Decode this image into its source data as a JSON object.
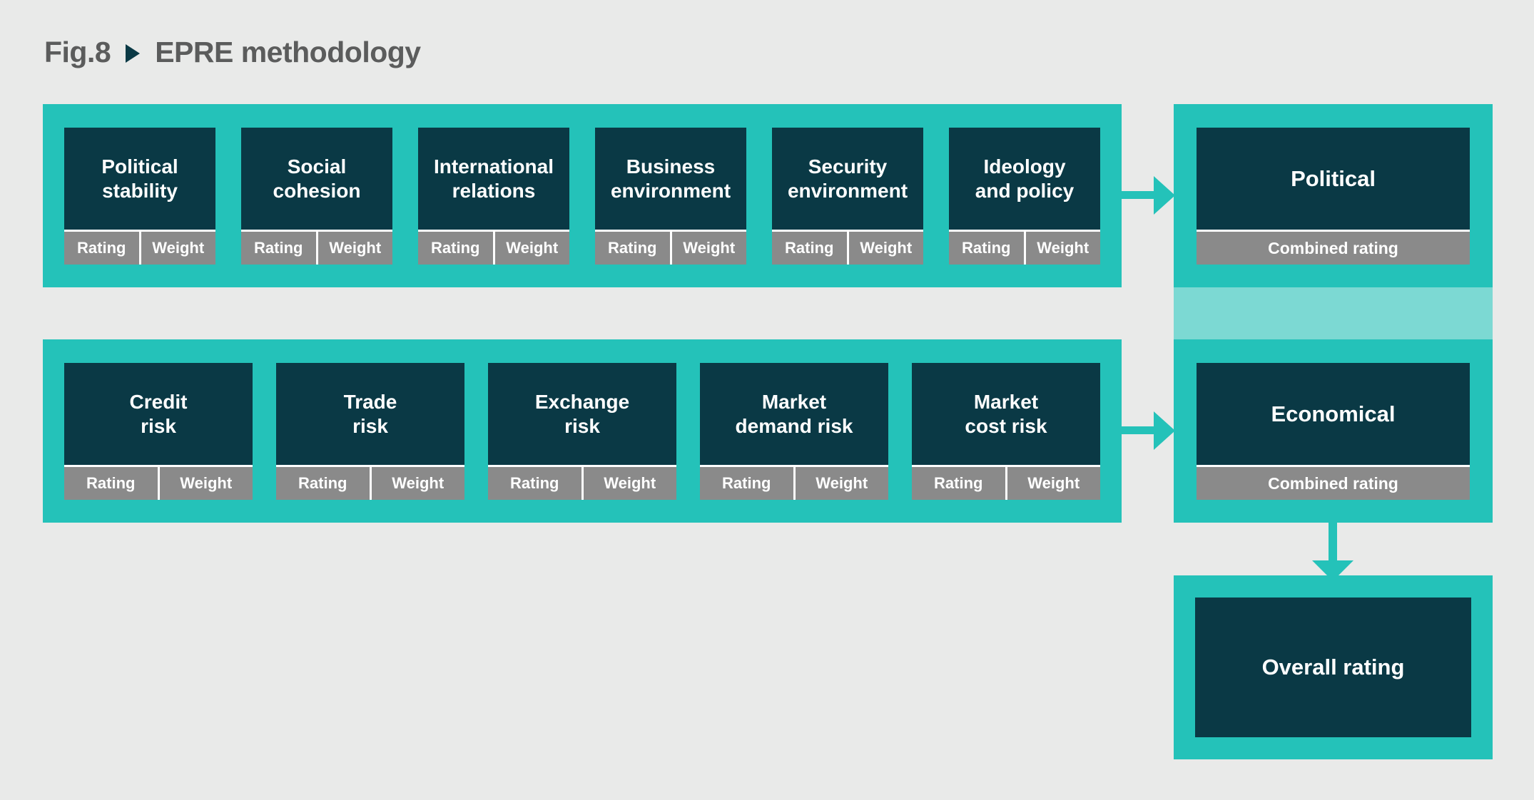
{
  "figure": {
    "label": "Fig.8",
    "separator_icon": "triangle-right-icon",
    "title": "EPRE methodology"
  },
  "colors": {
    "background": "#E9EAE9",
    "teal": "#24C2B9",
    "light_teal": "#7CD9D3",
    "dark_navy": "#0A3945",
    "gray": "#8A8A8A",
    "title_gray": "#5B5C5C",
    "white": "#FFFFFF"
  },
  "political_group": {
    "factors": [
      {
        "label_lines": [
          "Political",
          "stability"
        ],
        "rating_label": "Rating",
        "weight_label": "Weight"
      },
      {
        "label_lines": [
          "Social",
          "cohesion"
        ],
        "rating_label": "Rating",
        "weight_label": "Weight"
      },
      {
        "label_lines": [
          "International",
          "relations"
        ],
        "rating_label": "Rating",
        "weight_label": "Weight"
      },
      {
        "label_lines": [
          "Business",
          "environment"
        ],
        "rating_label": "Rating",
        "weight_label": "Weight"
      },
      {
        "label_lines": [
          "Security",
          "environment"
        ],
        "rating_label": "Rating",
        "weight_label": "Weight"
      },
      {
        "label_lines": [
          "Ideology",
          "and policy"
        ],
        "rating_label": "Rating",
        "weight_label": "Weight"
      }
    ],
    "result": {
      "title": "Political",
      "subtitle": "Combined rating"
    }
  },
  "economical_group": {
    "factors": [
      {
        "label_lines": [
          "Credit",
          "risk"
        ],
        "rating_label": "Rating",
        "weight_label": "Weight"
      },
      {
        "label_lines": [
          "Trade",
          "risk"
        ],
        "rating_label": "Rating",
        "weight_label": "Weight"
      },
      {
        "label_lines": [
          "Exchange",
          "risk"
        ],
        "rating_label": "Rating",
        "weight_label": "Weight"
      },
      {
        "label_lines": [
          "Market",
          "demand risk"
        ],
        "rating_label": "Rating",
        "weight_label": "Weight"
      },
      {
        "label_lines": [
          "Market",
          "cost risk"
        ],
        "rating_label": "Rating",
        "weight_label": "Weight"
      }
    ],
    "result": {
      "title": "Economical",
      "subtitle": "Combined rating"
    }
  },
  "overall": {
    "label": "Overall rating"
  }
}
